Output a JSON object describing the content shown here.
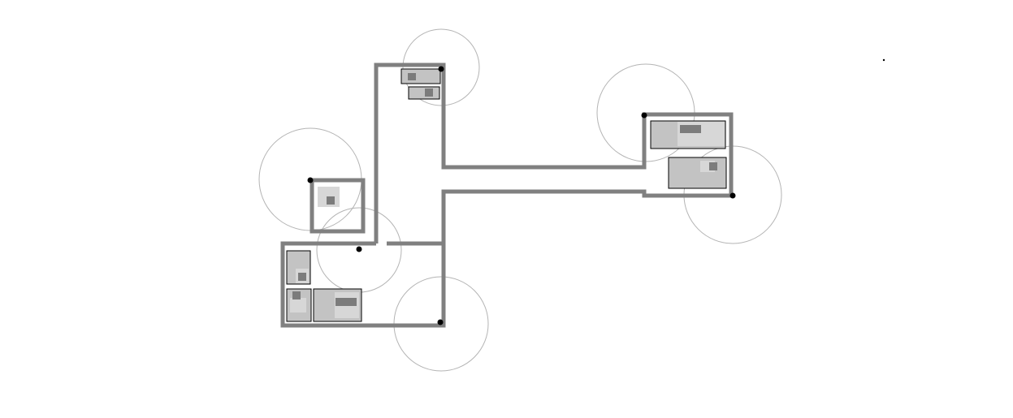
{
  "diagram": {
    "kind": "floor-plan-sensor-coverage",
    "palette": {
      "wall": "#808080",
      "range_ring": "#b4b4b4",
      "furniture_fill": "#c3c3c3",
      "furniture_light": "#d7d7d7",
      "furniture_mark": "#7c7c7c",
      "node": "#000000"
    },
    "sensor_count": 7,
    "furniture_count": 9,
    "room_count": 5
  }
}
